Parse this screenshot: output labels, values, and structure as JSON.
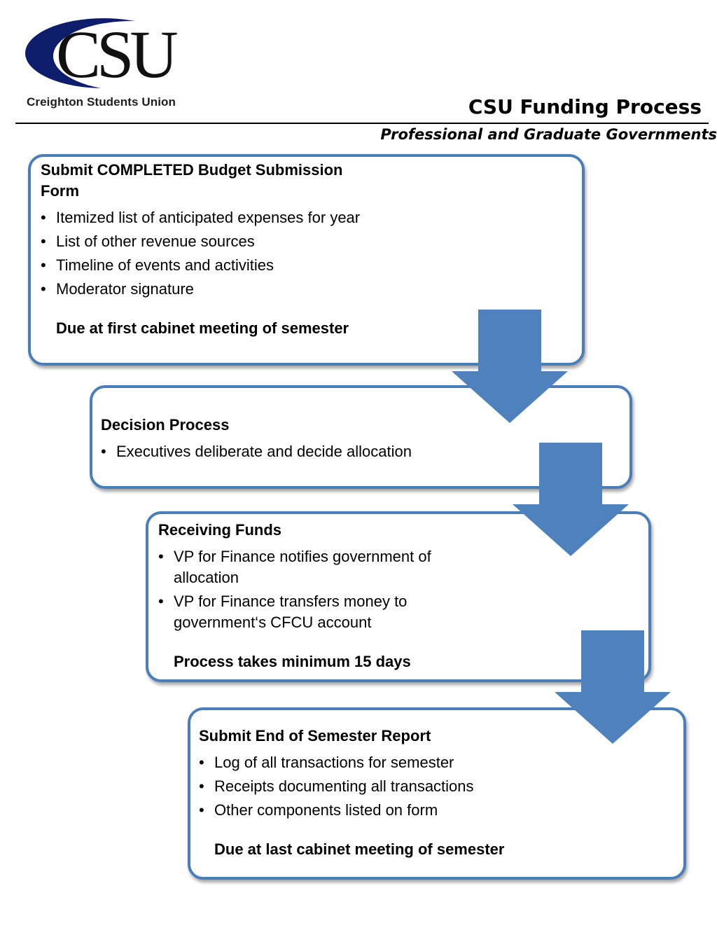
{
  "logo": {
    "letters": "CSU",
    "org_name": "Creighton Students Union"
  },
  "header": {
    "title": "CSU Funding Process",
    "subtitle": "Professional and Graduate Governments"
  },
  "colors": {
    "accent": "#4f81bd",
    "border": "#4a7ebb",
    "logo_navy": "#0d1c6b"
  },
  "steps": [
    {
      "title": "Submit COMPLETED Budget Submission Form",
      "bullets": [
        "Itemized list of anticipated expenses for year",
        "List of other revenue sources",
        "Timeline of events and activities",
        "Moderator signature"
      ],
      "note": "Due at first cabinet meeting of semester"
    },
    {
      "title": "Decision Process",
      "bullets": [
        "Executives deliberate and decide allocation"
      ],
      "note": ""
    },
    {
      "title": "Receiving Funds",
      "bullets": [
        "VP for Finance notifies government of allocation",
        "VP for Finance transfers money to government‘s CFCU account"
      ],
      "note": "Process takes minimum 15 days"
    },
    {
      "title": "Submit End of Semester Report",
      "bullets": [
        "Log of all transactions for semester",
        "Receipts documenting all transactions",
        "Other components listed on form"
      ],
      "note": "Due at last cabinet meeting of semester"
    }
  ],
  "bullet_glyph": "•",
  "arrow_icon": "down-arrow-icon"
}
